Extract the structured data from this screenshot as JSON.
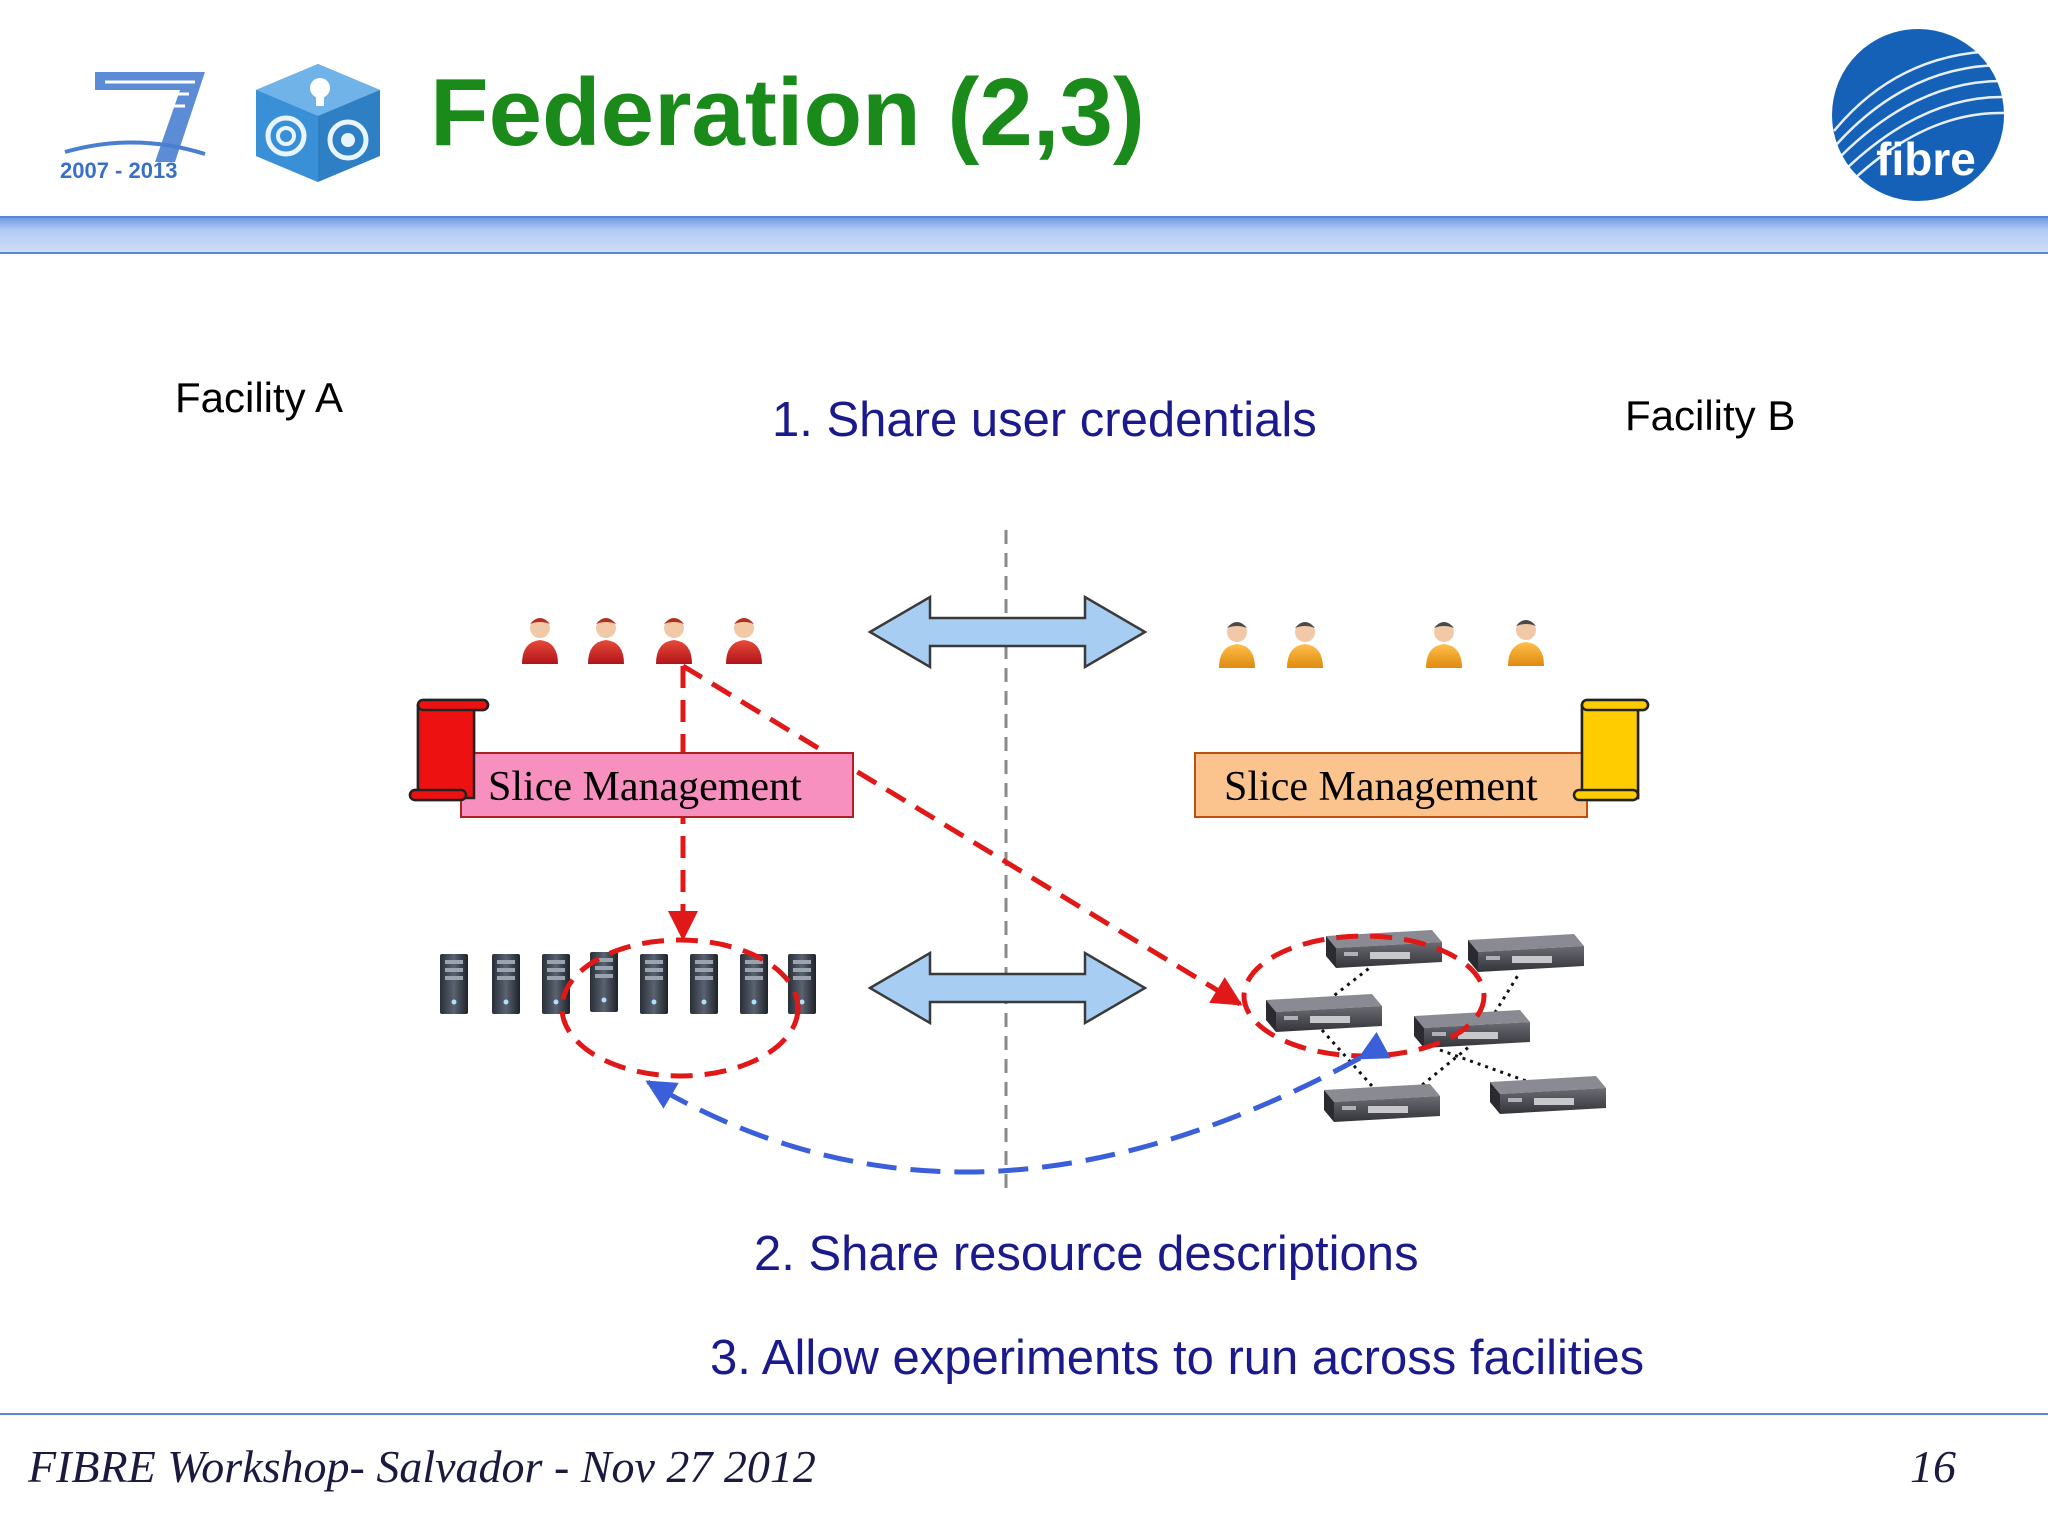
{
  "header": {
    "title": "Federation (2,3)",
    "fp7_logo_years": "2007 - 2013",
    "fibre_logo_text": "fibre"
  },
  "diagram": {
    "facility_a": "Facility A",
    "facility_b": "Facility B",
    "step1": "1. Share user credentials",
    "step2": "2. Share resource descriptions",
    "step3": "3. Allow experiments to run across facilities",
    "slice_mgmt_a": "Slice Management",
    "slice_mgmt_b": "Slice Management",
    "users_a_count": 4,
    "users_b_count": 4,
    "servers_count": 8,
    "switches_count": 6
  },
  "footer": {
    "text": "FIBRE Workshop- Salvador - Nov 27 2012",
    "page": "16"
  },
  "colors": {
    "title_green": "#1a8a1a",
    "step_blue": "#1a1a8c",
    "slice_a_fill": "#f78fbf",
    "slice_b_fill": "#fbc48f",
    "dashed_red": "#e01818",
    "dashed_blue": "#3a5fd8",
    "arrow_fill": "#a8cdf2"
  }
}
